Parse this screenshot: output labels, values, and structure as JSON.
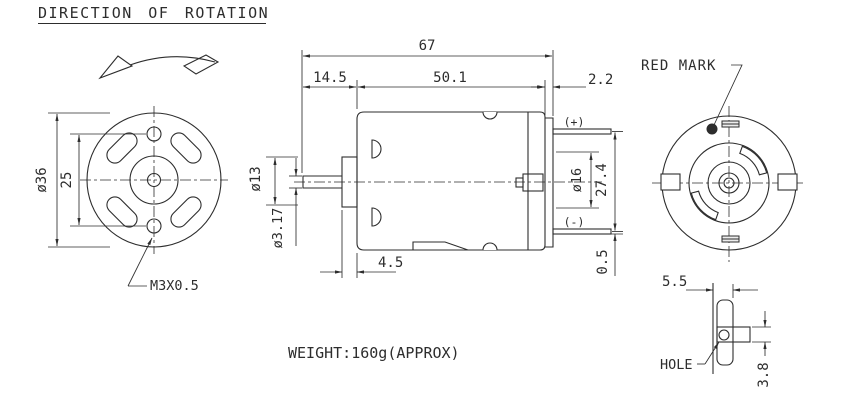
{
  "title": "DIRECTION OF ROTATION",
  "notes": {
    "weight": "WEIGHT:160g(APPROX)"
  },
  "front_view": {
    "dim_outer_diameter": "ø36",
    "dim_mount_hole_spacing": "25",
    "thread_spec": "M3X0.5"
  },
  "side_view": {
    "dim_overall_length": "67",
    "dim_front_section": "14.5",
    "dim_body_length": "50.1",
    "dim_rear_section": "2.2",
    "dim_boss_diameter": "ø13",
    "dim_shaft_diameter": "ø3.17",
    "dim_boss_depth": "4.5",
    "dim_endcap_diameter": "ø16",
    "dim_terminal_spacing": "27.4",
    "dim_terminal_offset": "0.5",
    "positive_terminal": "(+)",
    "negative_terminal": "(-)"
  },
  "rear_view": {
    "red_mark_label": "RED MARK"
  },
  "terminal_detail": {
    "dim_terminal_width": "5.5",
    "dim_terminal_thickness": "3.8",
    "hole_label": "HOLE"
  },
  "colors": {
    "line": "#2d2d2d",
    "background": "#ffffff"
  }
}
